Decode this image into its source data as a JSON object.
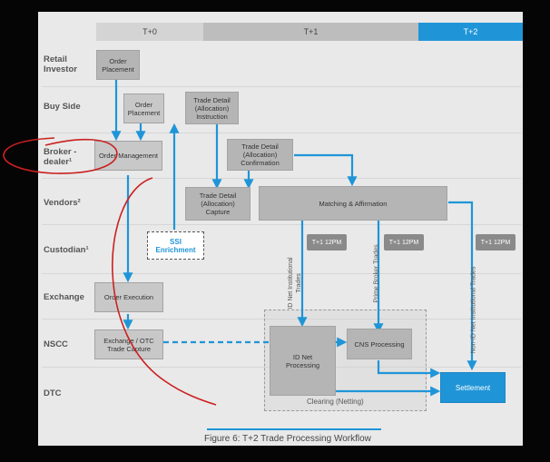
{
  "phases": [
    "T+0",
    "T+1",
    "T+2"
  ],
  "lanes": [
    "Retail Investor",
    "Buy Side",
    "Broker - dealer¹",
    "Vendors²",
    "Custodian¹",
    "Exchange",
    "NSCC",
    "DTC"
  ],
  "boxes": {
    "order_placement_retail": "Order\nPlacement",
    "order_placement_buyside": "Order\nPlacement",
    "trade_detail_instruction": "Trade Detail\n(Allocation)\nInstruction",
    "order_management": "Order Management",
    "trade_detail_confirmation": "Trade Detail\n(Allocation)\nConfirmation",
    "trade_detail_capture": "Trade Detail\n(Allocation) Capture",
    "matching_affirmation": "Matching & Affirmation",
    "ssi_enrichment": "SSI\nEnrichment",
    "order_execution": "Order Execution",
    "exchange_otc_capture": "Exchange / OTC\nTrade Capture",
    "cns_processing": "CNS Processing",
    "id_net_processing": "ID Net\nProcessing",
    "settlement": "Settlement"
  },
  "tags": {
    "t1_a": "T+1 12PM",
    "t1_b": "T+1 12PM",
    "t1_c": "T+1 12PM"
  },
  "vertical_labels": {
    "id_net_institutional": "ID Net Institutional\nTrades",
    "prime_broker": "Prime Broker Trades",
    "non_id_net": "Non-ID Net Institutional Trades"
  },
  "clearing_label": "Clearing (Netting)",
  "caption": "Figure 6: T+2 Trade Processing Workflow",
  "colors": {
    "accent_blue": "#1f95d8",
    "phase_t0": "#d4d4d4",
    "phase_t1": "#bdbdbd",
    "phase_t2": "#1f95d8",
    "annotation_red": "#cc1f1f"
  }
}
